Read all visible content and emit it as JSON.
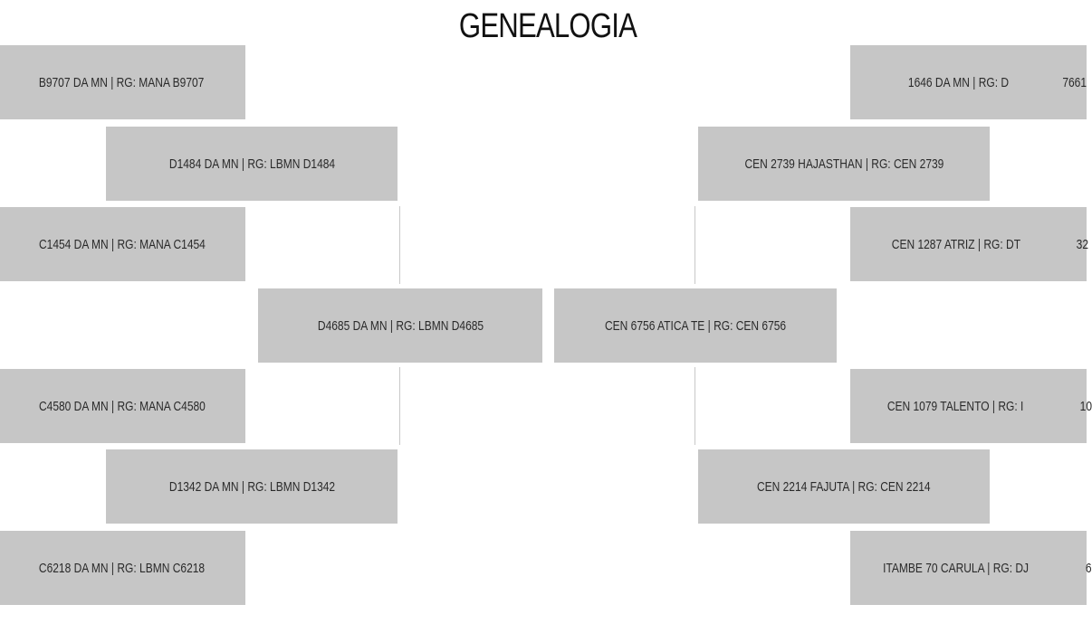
{
  "title": "GENEALOGIA",
  "sire_side": {
    "animal": "D4685 DA MN | RG: LBMN D4685",
    "sire": "D1484 DA MN | RG: LBMN D1484",
    "dam": "D1342 DA MN | RG: LBMN D1342",
    "sire_sire": "B9707 DA MN | RG: MANA B9707",
    "sire_dam": "C1454 DA MN | RG: MANA C1454",
    "dam_sire": "C4580 DA MN | RG: MANA C4580",
    "dam_dam": "C6218 DA MN | RG: LBMN C6218"
  },
  "dam_side": {
    "animal": "CEN 6756 ATICA TE | RG: CEN 6756",
    "sire": "CEN 2739 HAJASTHAN | RG: CEN 2739",
    "dam": "CEN 2214 FAJUTA | RG: CEN 2214",
    "sire_sire": "1646 DA MN | RG: D",
    "sire_sire_suffix": "7661",
    "sire_dam": "CEN 1287 ATRIZ | RG: DT",
    "sire_dam_suffix": "32",
    "dam_sire": "CEN 1079 TALENTO | RG: I",
    "dam_sire_suffix": "10",
    "dam_dam": "ITAMBE 70 CARULA | RG: DJ",
    "dam_dam_suffix": "6"
  }
}
